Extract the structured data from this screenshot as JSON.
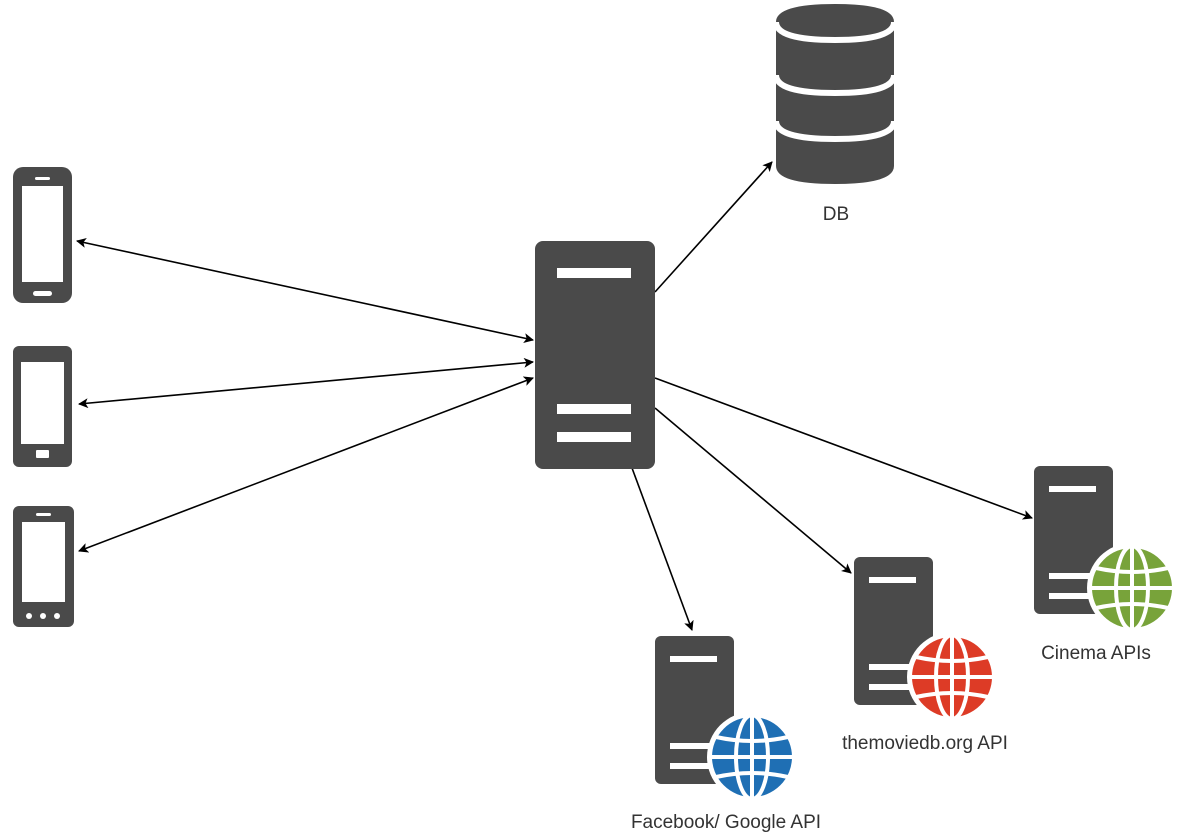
{
  "nodes": {
    "db": {
      "label": "DB",
      "icon": "database-icon"
    },
    "server": {
      "icon": "server-icon"
    },
    "phones": [
      {
        "icon": "smartphone-icon"
      },
      {
        "icon": "smartphone-icon"
      },
      {
        "icon": "smartphone-icon"
      }
    ],
    "facebook_google": {
      "label": "Facebook/ Google API",
      "icon": "web-server-icon",
      "globe_color": "#1F6FB4"
    },
    "themoviedb": {
      "label": "themoviedb.org API",
      "icon": "web-server-icon",
      "globe_color": "#DD3B26"
    },
    "cinema": {
      "label": "Cinema APIs",
      "icon": "web-server-icon",
      "globe_color": "#78A33A"
    }
  },
  "colors": {
    "device": "#4a4a4a",
    "line": "#000000"
  }
}
